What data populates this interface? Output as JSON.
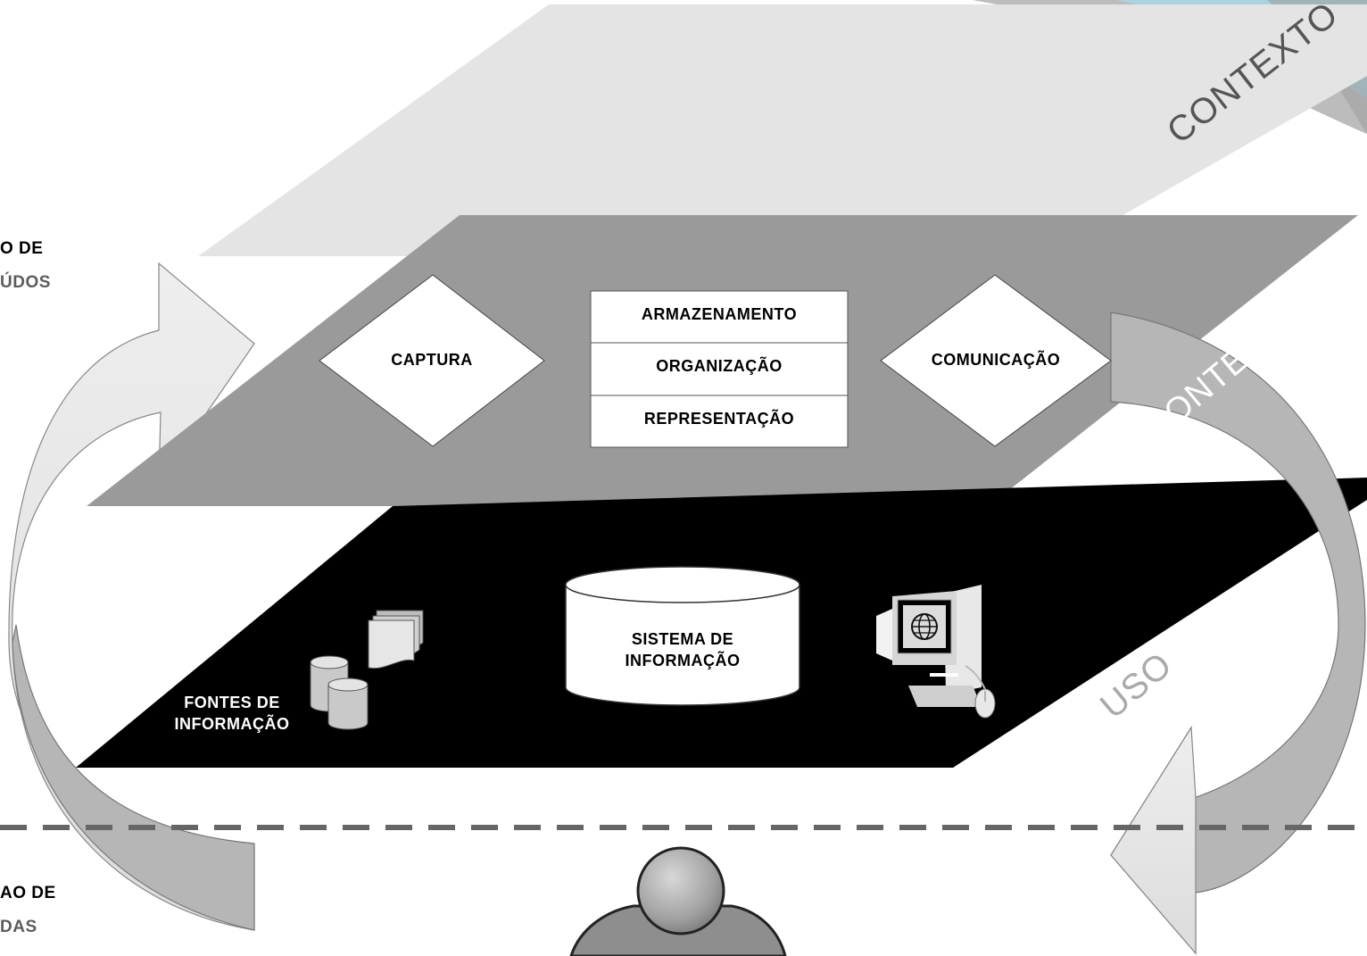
{
  "left_top": {
    "line1": "O DE",
    "line2": "ÚDOS"
  },
  "left_bottom": {
    "line1": "AO DE",
    "line2": "DAS"
  },
  "layers": {
    "context": "CONTEXTO",
    "content": "CONTEÚDO",
    "use": "USO"
  },
  "process": {
    "capture": "CAPTURA",
    "stack": [
      "ARMAZENAMENTO",
      "ORGANIZAÇÃO",
      "REPRESENTAÇÃO"
    ],
    "communication": "COMUNICAÇÃO"
  },
  "base": {
    "system_line1": "SISTEMA DE",
    "system_line2": "INFORMAÇÃO",
    "sources_line1": "FONTES DE",
    "sources_line2": "INFORMAÇÃO"
  },
  "icons": [
    "database-icon",
    "documents-icon",
    "computer-icon",
    "globe-icon",
    "mouse-icon",
    "user-icon"
  ],
  "colors": {
    "context_plane": "#e2e2e2",
    "content_plane": "#999999",
    "use_plane": "#000000",
    "arrow": "#b4b4b4",
    "accent": "#a9d3df"
  }
}
